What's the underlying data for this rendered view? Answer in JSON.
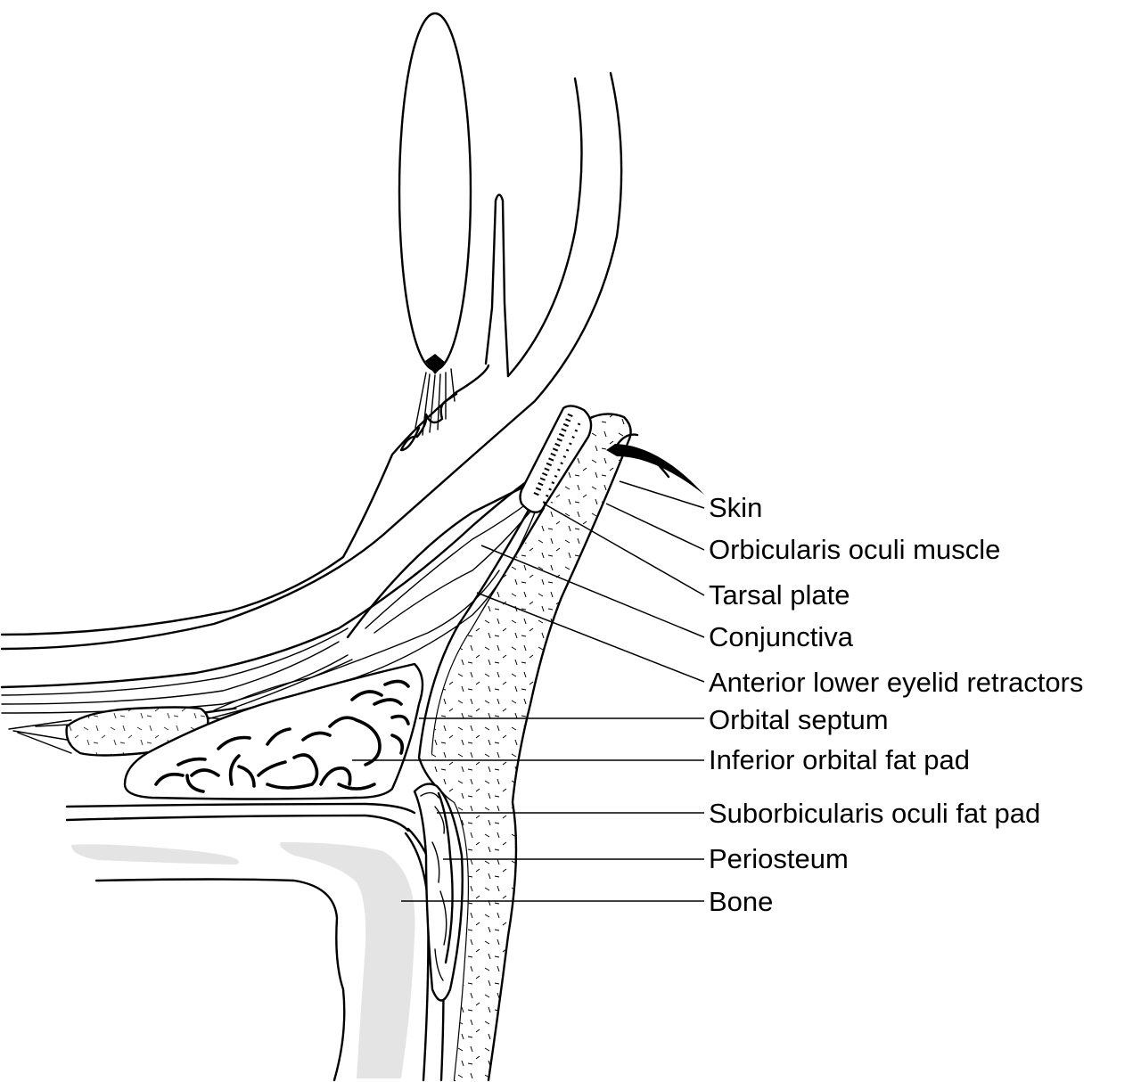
{
  "figure": {
    "labels": [
      {
        "id": "skin",
        "text": "Skin"
      },
      {
        "id": "orbicularis",
        "text": "Orbicularis oculi muscle"
      },
      {
        "id": "tarsal",
        "text": "Tarsal plate"
      },
      {
        "id": "conjunctiva",
        "text": "Conjunctiva"
      },
      {
        "id": "retractors",
        "text": "Anterior lower eyelid retractors"
      },
      {
        "id": "septum",
        "text": "Orbital septum"
      },
      {
        "id": "fatpad",
        "text": "Inferior orbital fat pad"
      },
      {
        "id": "soof",
        "text": "Suborbicularis oculi fat pad"
      },
      {
        "id": "periosteum",
        "text": "Periosteum"
      },
      {
        "id": "bone",
        "text": "Bone"
      }
    ],
    "colors": {
      "line": "#000000",
      "background": "#ffffff",
      "bone_shade": "#e4e4e4"
    }
  }
}
